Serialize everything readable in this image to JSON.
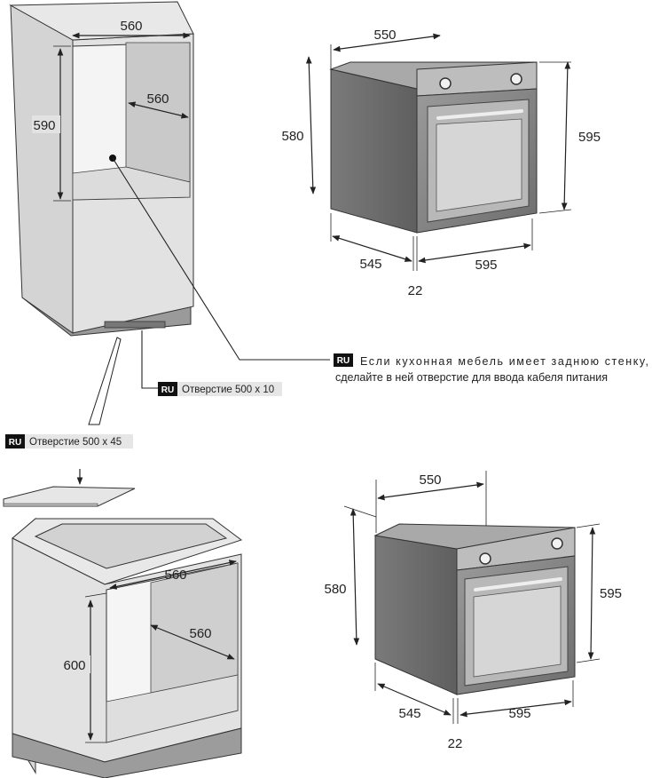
{
  "units_note": "",
  "top_cabinet": {
    "width_top": "560",
    "depth": "560",
    "height": "590"
  },
  "top_oven": {
    "depth_top": "550",
    "height_left": "580",
    "height_right": "595",
    "depth_bottom": "545",
    "width_bottom": "595",
    "door_offset": "22"
  },
  "notes": {
    "tag": "RU",
    "wall_note_line1": "Если кухонная мебель имеет заднюю стенку,",
    "wall_note_line2": "сделайте в ней отверстие для ввода кабеля питания",
    "slot_10": "Отверстие 500 x 10",
    "slot_45": "Отверстие 500 x 45"
  },
  "bottom_cabinet": {
    "width_top": "560",
    "depth": "560",
    "height": "600"
  },
  "bottom_oven": {
    "depth_top": "550",
    "height_left": "580",
    "height_right": "595",
    "depth_bottom": "545",
    "width_bottom": "595",
    "door_offset": "22"
  }
}
